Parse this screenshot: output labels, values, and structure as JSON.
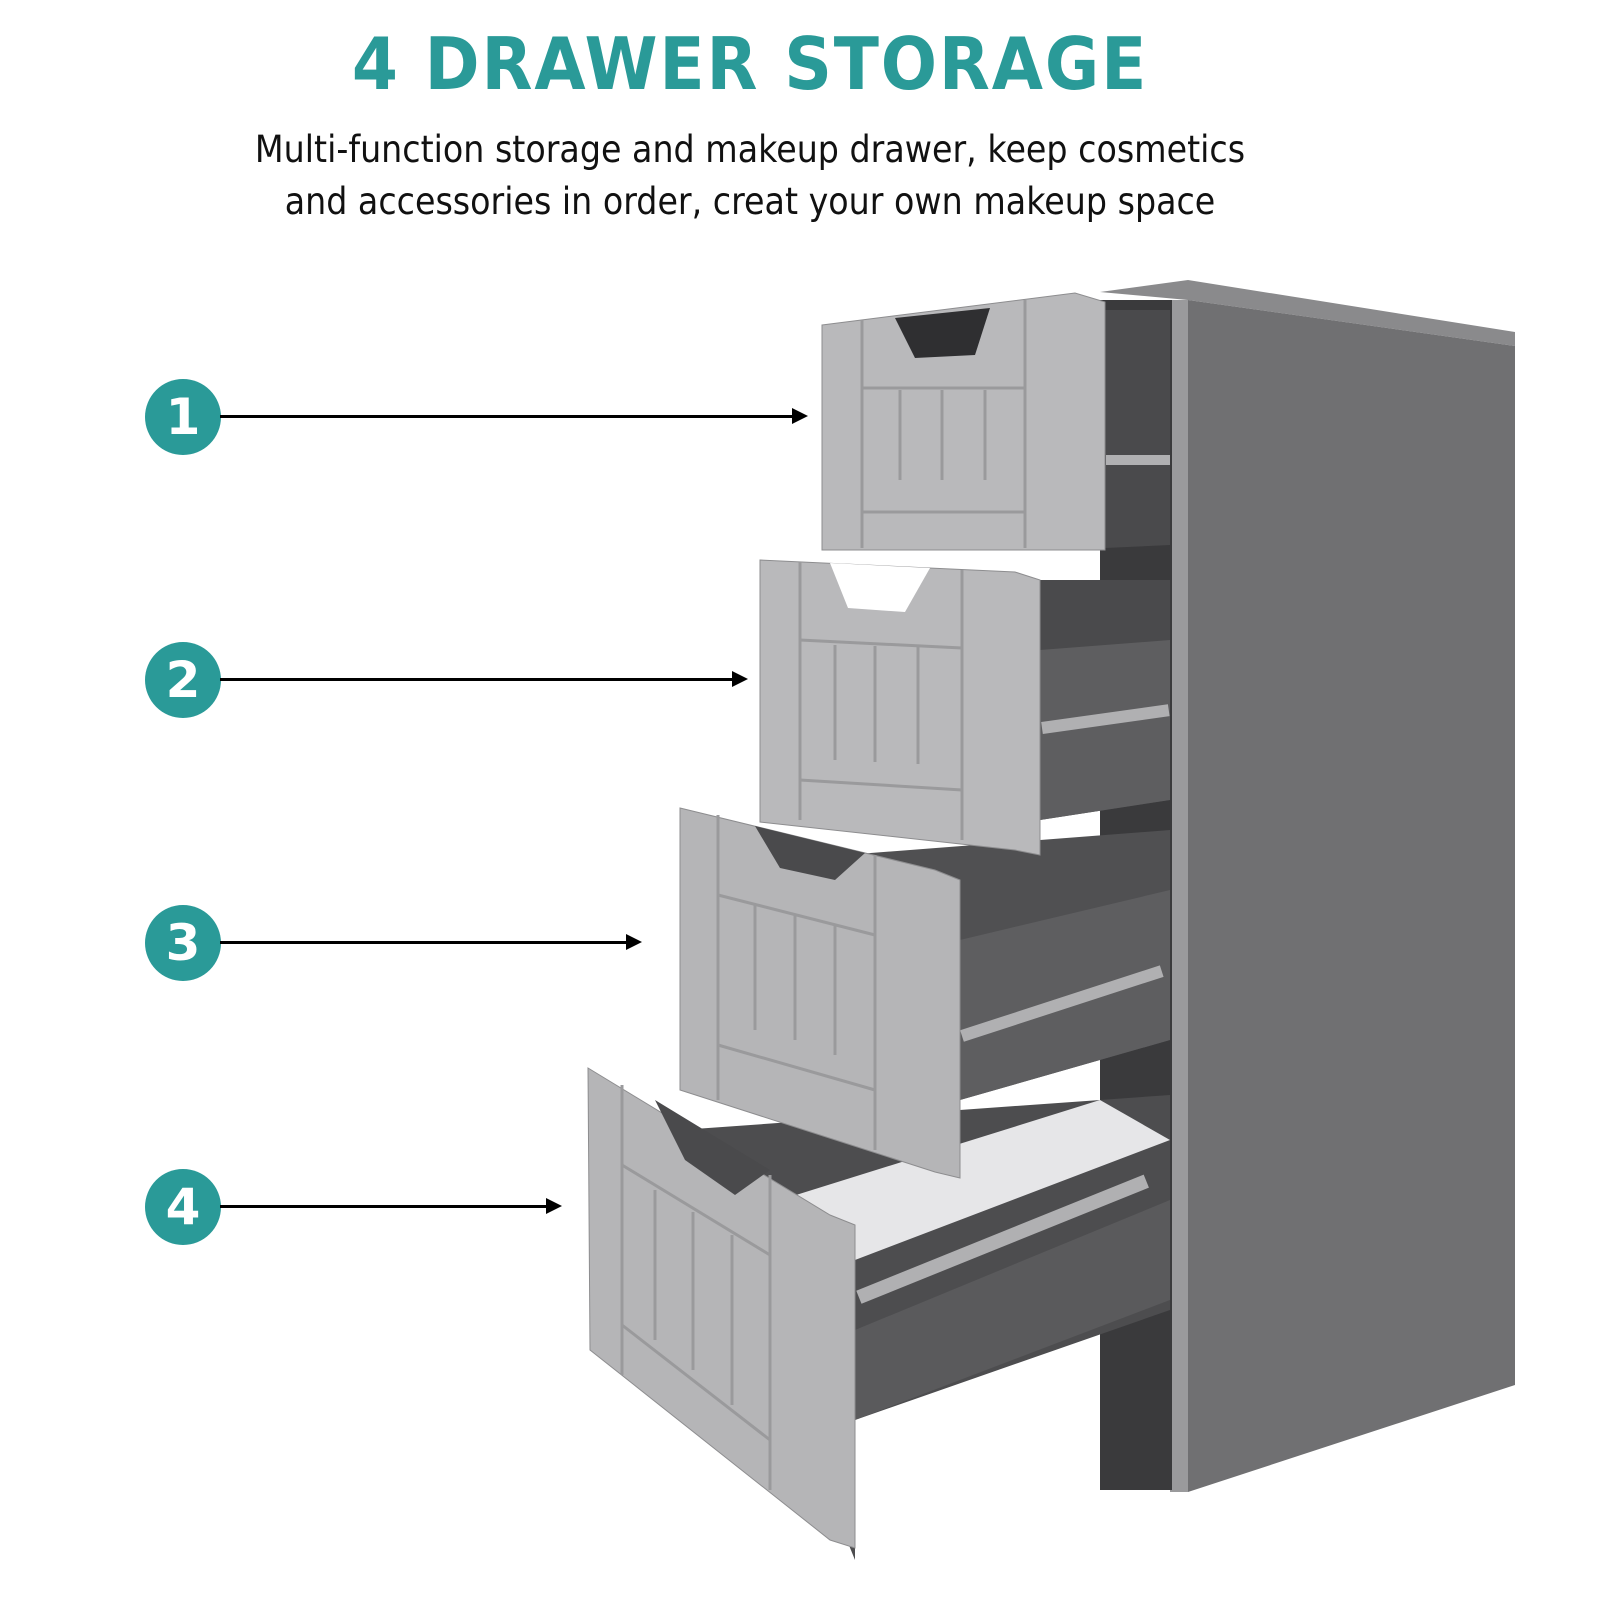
{
  "title": "4 DRAWER STORAGE",
  "subtitle_line1": "Multi-function storage and makeup drawer, keep cosmetics",
  "subtitle_line2": "and accessories in order, creat your own makeup space",
  "drawers": [
    {
      "label": "1"
    },
    {
      "label": "2"
    },
    {
      "label": "3"
    },
    {
      "label": "4"
    }
  ],
  "colors": {
    "accent": "#2a9a98",
    "cabinet": "#6e6e70",
    "drawer_front": "#b9b9bb"
  }
}
